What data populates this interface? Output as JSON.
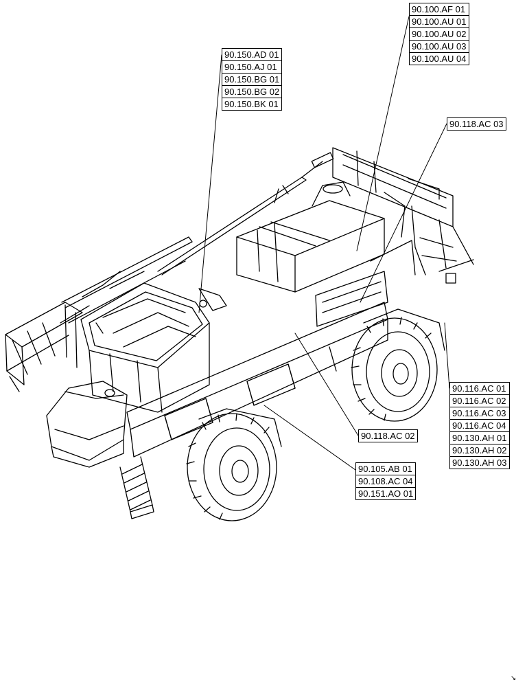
{
  "callouts": {
    "top_right": [
      "90.100.AF 01",
      "90.100.AU 01",
      "90.100.AU 02",
      "90.100.AU 03",
      "90.100.AU 04"
    ],
    "mid_left": [
      "90.150.AD 01",
      "90.150.AJ 01",
      "90.150.BG 01",
      "90.150.BG 02",
      "90.150.BK 01"
    ],
    "ac03": [
      "90.118.AC 03"
    ],
    "ac02": [
      "90.118.AC 02"
    ],
    "right_stack": [
      "90.116.AC 01",
      "90.116.AC 02",
      "90.116.AC 03",
      "90.116.AC 04",
      "90.130.AH 01",
      "90.130.AH 02",
      "90.130.AH 03"
    ],
    "bottom": [
      "90.105.AB 01",
      "90.108.AC 04",
      "90.151.AO 01"
    ]
  },
  "corner_mark": "↘"
}
